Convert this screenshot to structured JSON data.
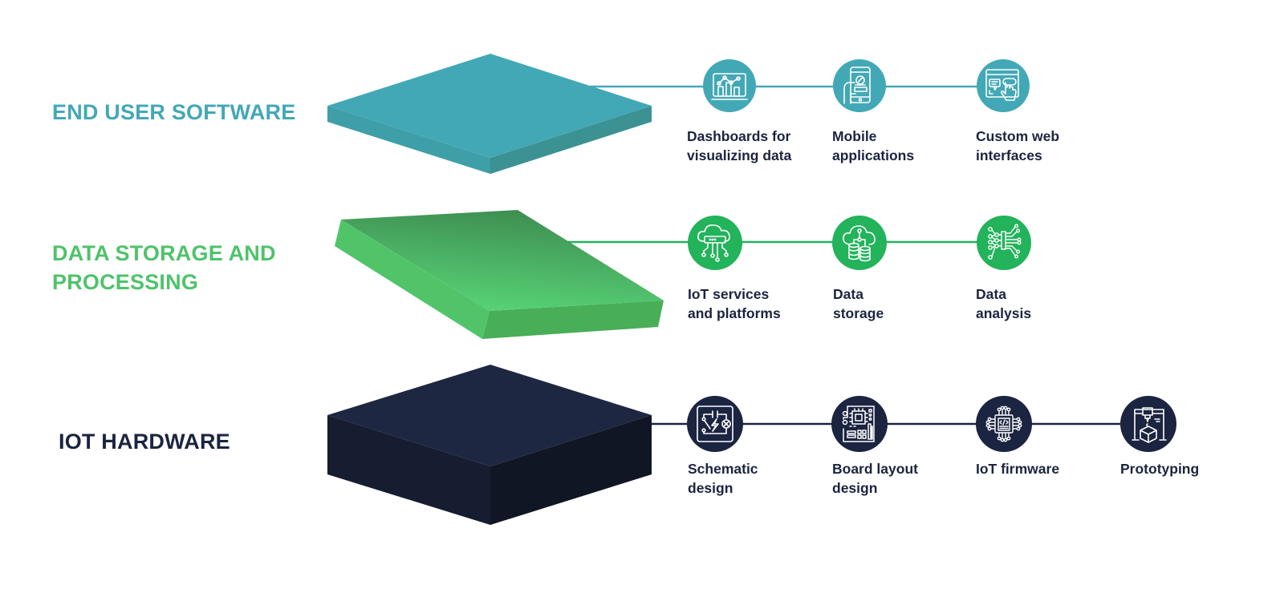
{
  "colors": {
    "end_user_software": "#43a8b6",
    "data_storage": "#22b35b",
    "iot_hardware": "#1b2440",
    "text": "#1b2440"
  },
  "layers": [
    {
      "id": "end-user-software",
      "title": "END USER SOFTWARE",
      "items": [
        {
          "icon": "dashboard-chart-icon",
          "lines": [
            "Dashboards for",
            "visualizing data"
          ]
        },
        {
          "icon": "mobile-app-icon",
          "lines": [
            "Mobile",
            "applications"
          ]
        },
        {
          "icon": "web-interface-icon",
          "lines": [
            "Custom web",
            "interfaces"
          ]
        }
      ]
    },
    {
      "id": "data-storage-and-processing",
      "title_lines": [
        "DATA STORAGE AND",
        "PROCESSING"
      ],
      "items": [
        {
          "icon": "cloud-platform-icon",
          "lines": [
            "IoT services",
            "and platforms"
          ]
        },
        {
          "icon": "cloud-database-icon",
          "lines": [
            "Data",
            "storage"
          ]
        },
        {
          "icon": "neural-network-icon",
          "lines": [
            "Data",
            "analysis"
          ]
        }
      ]
    },
    {
      "id": "iot-hardware",
      "title": "IOT HARDWARE",
      "items": [
        {
          "icon": "schematic-icon",
          "lines": [
            "Schematic",
            "design"
          ]
        },
        {
          "icon": "circuit-board-icon",
          "lines": [
            "Board layout",
            "design"
          ]
        },
        {
          "icon": "microchip-code-icon",
          "lines": [
            "IoT firmware"
          ]
        },
        {
          "icon": "3d-printer-icon",
          "lines": [
            "Prototyping"
          ]
        }
      ]
    }
  ]
}
